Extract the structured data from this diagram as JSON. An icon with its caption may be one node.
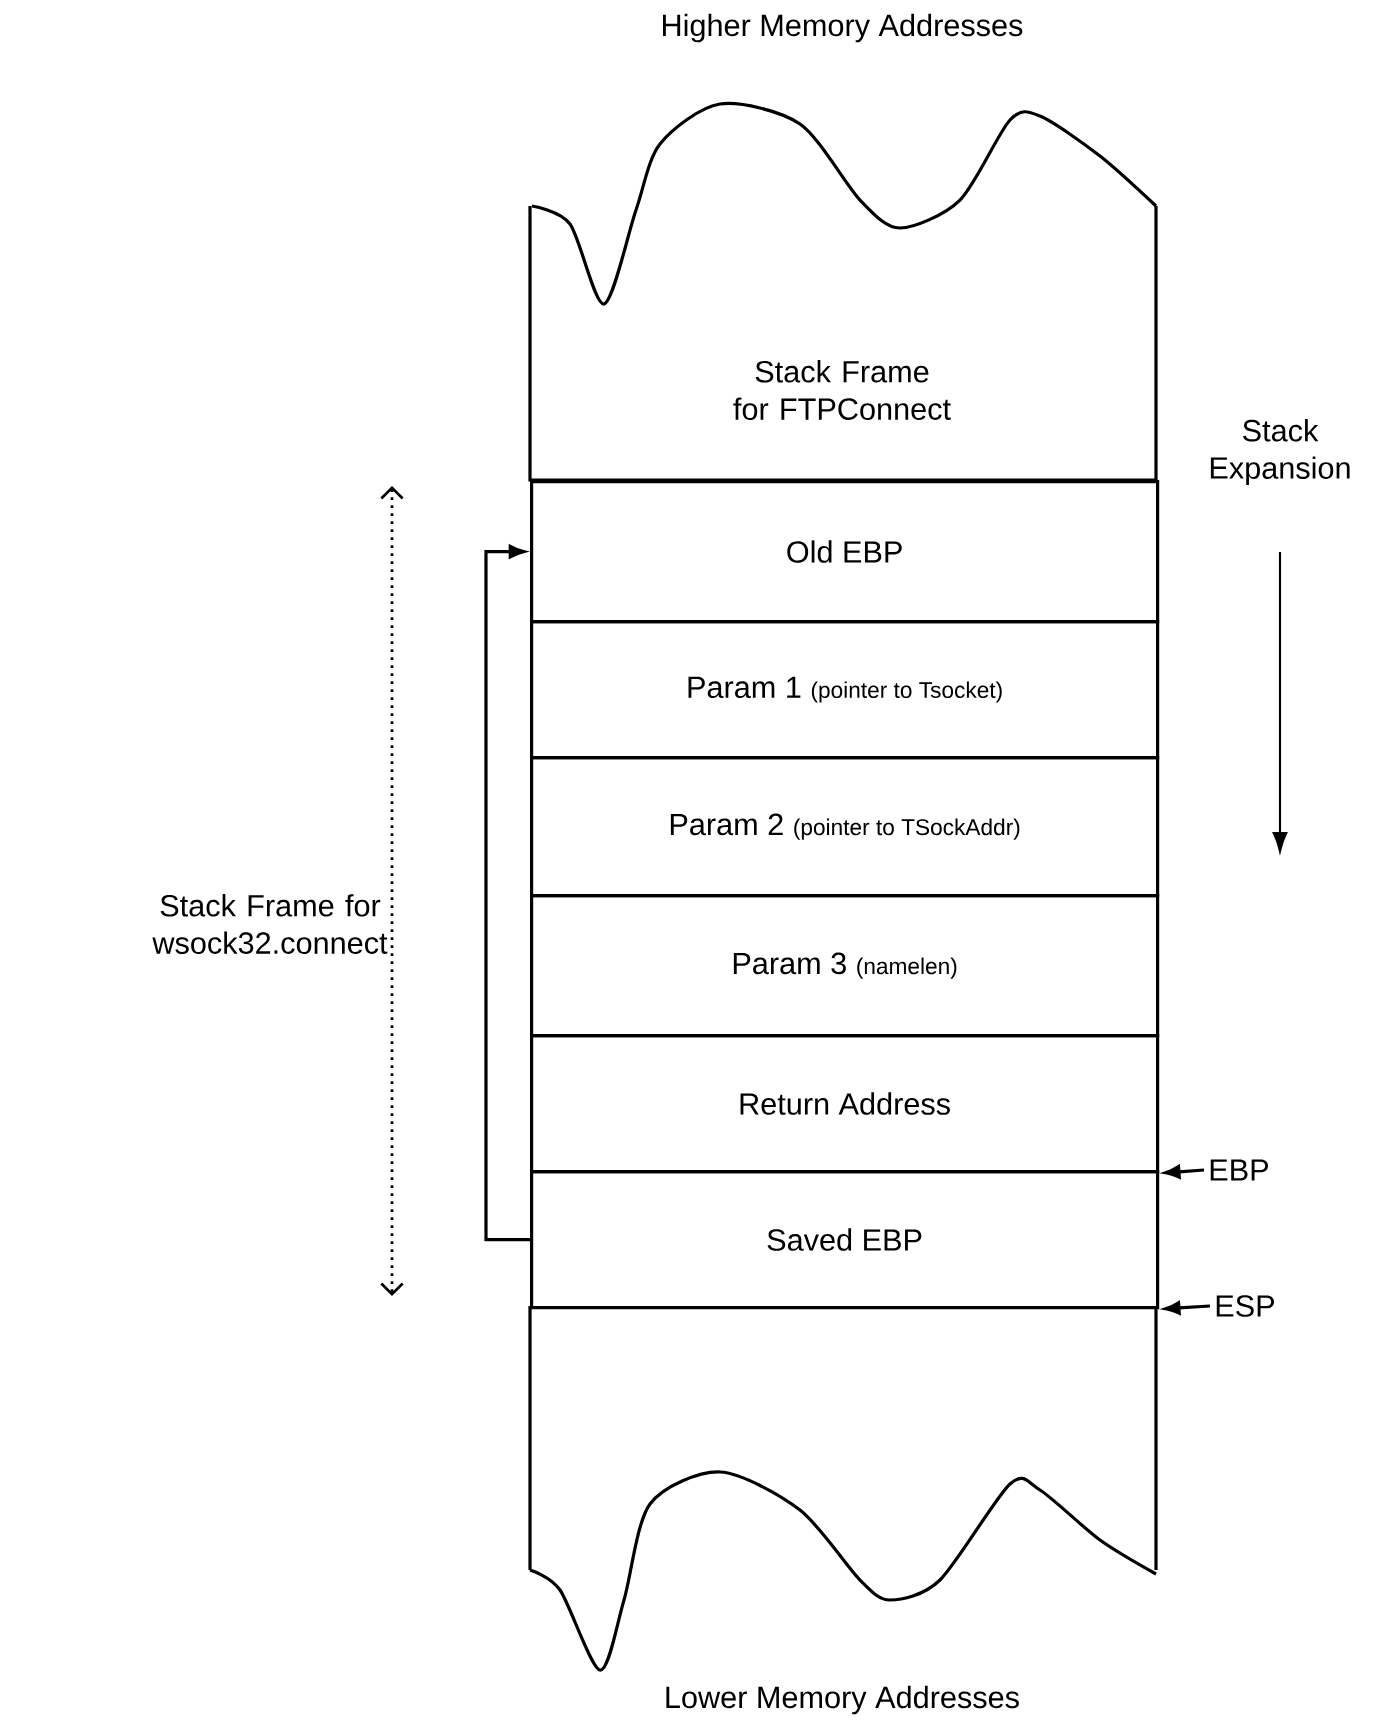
{
  "diagram": {
    "nodes": [
      {
        "text": [
          "Stack Frame for FTPConnect"
        ]
      },
      {
        "text": [
          "Old EBP"
        ]
      },
      {
        "text": [
          "Param 1",
          "(pointer to Tsocket)"
        ]
      },
      {
        "text": [
          "Param 2",
          "(pointer to TSockAddr)"
        ]
      },
      {
        "text": [
          "Param 3",
          "(namelen)"
        ]
      },
      {
        "text": [
          "Return Address"
        ]
      },
      {
        "text": [
          "Saved EBP"
        ]
      },
      {
        "text": [],
        "shape": "box"
      },
      {
        "text": [
          "EBP"
        ]
      },
      {
        "text": [
          "ESP"
        ]
      }
    ],
    "edges": [
      {
        "from": 6,
        "to": 1,
        "arrow": "to"
      },
      {
        "from": 8,
        "to": 5,
        "arrow": "to"
      },
      {
        "from": 9,
        "to": 6,
        "arrow": "to"
      }
    ],
    "labels": [
      "Higher Memory Addresses",
      "Stack Expansion",
      "Stack Frame for wsock32.connect",
      "Lower Memory Addresses"
    ]
  }
}
